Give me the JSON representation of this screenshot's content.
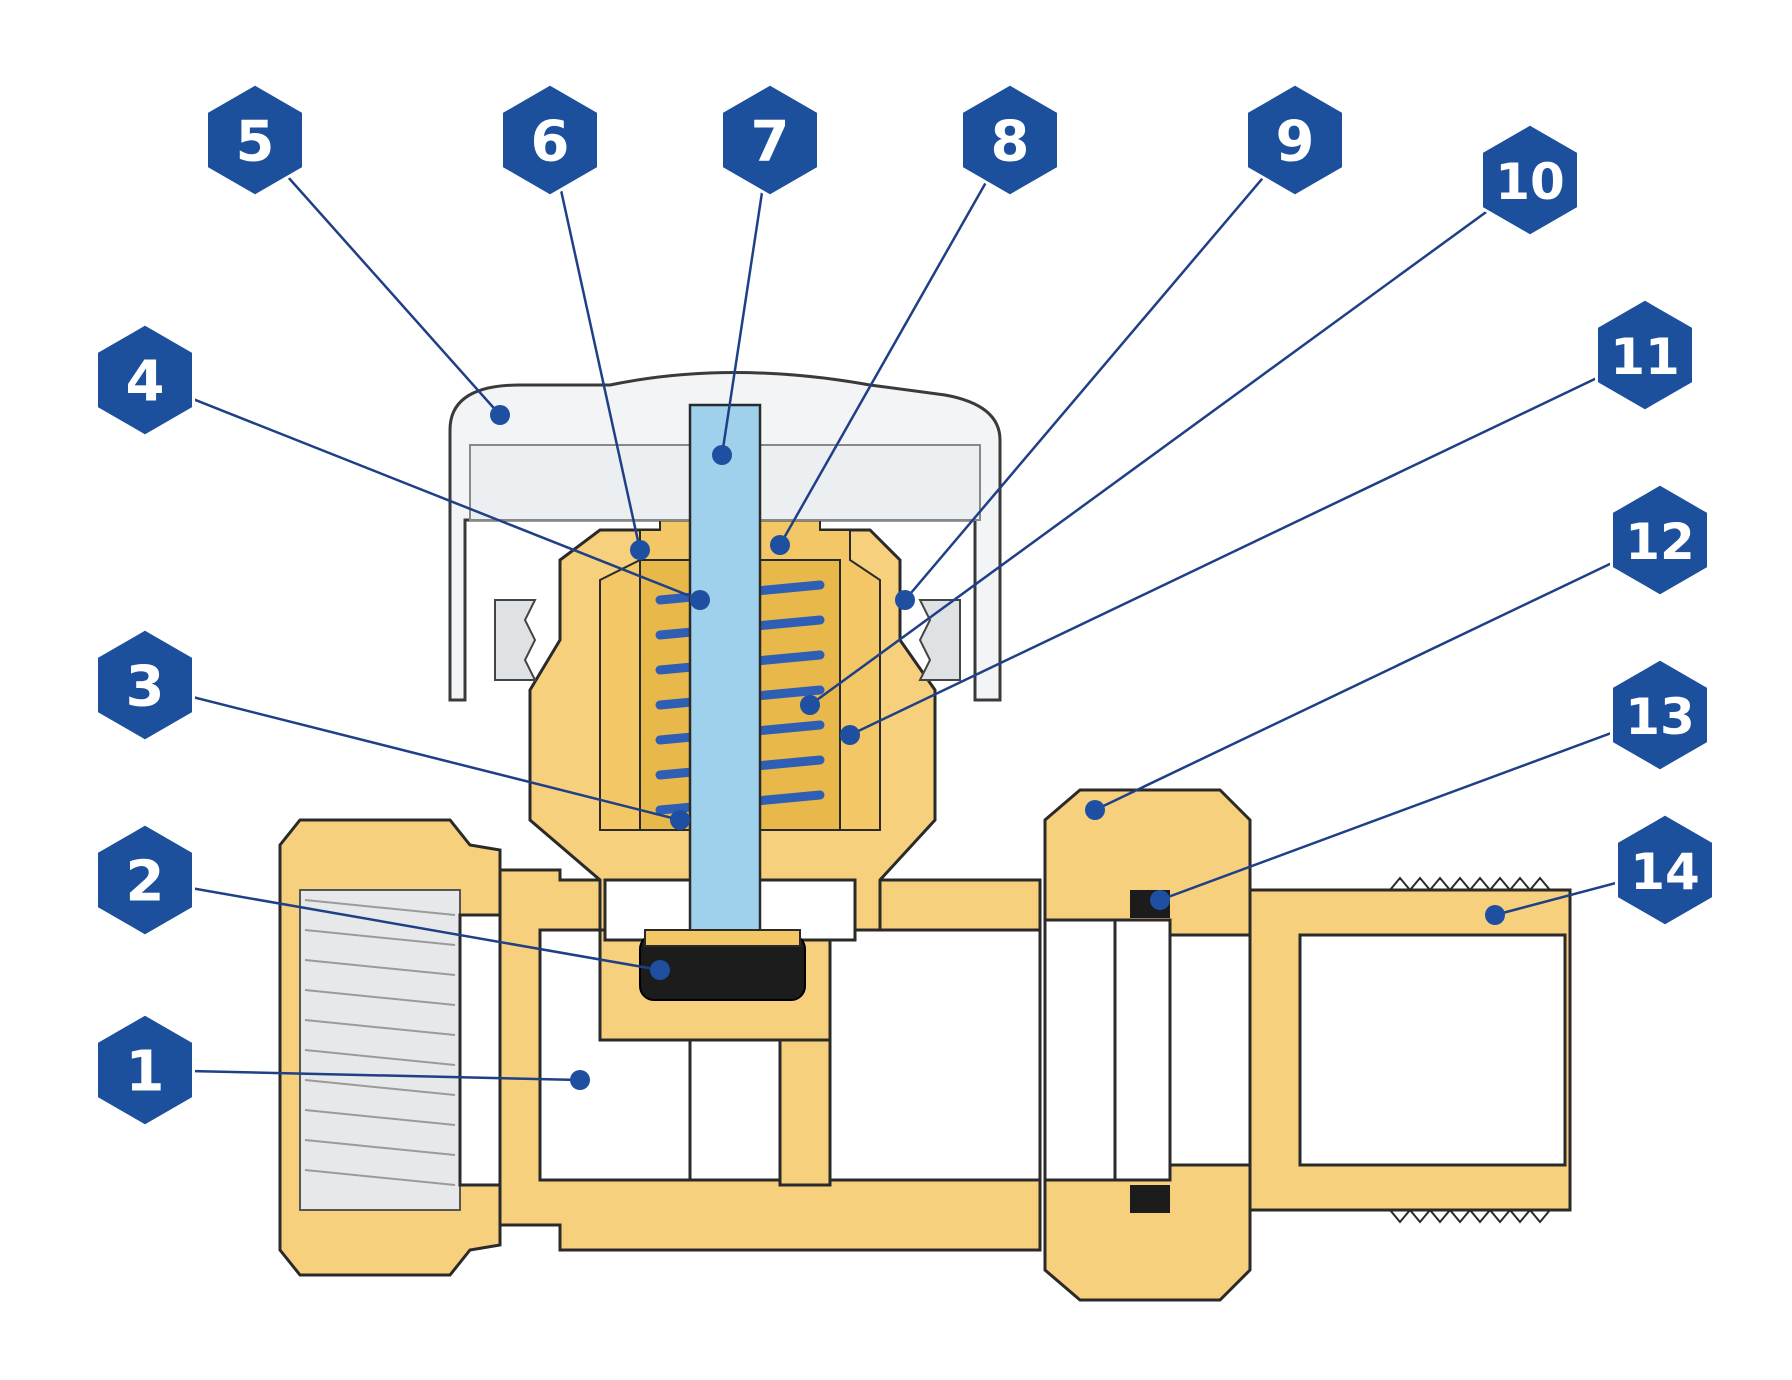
{
  "diagram": {
    "badge_color": "#1c4f9c",
    "badge_text_color": "#ffffff",
    "leader_color": "#1f3f86",
    "brass_color": "#f6d07c",
    "stem_color": "#9fd1ec",
    "callouts": [
      {
        "label": "1"
      },
      {
        "label": "2"
      },
      {
        "label": "3"
      },
      {
        "label": "4"
      },
      {
        "label": "5"
      },
      {
        "label": "6"
      },
      {
        "label": "7"
      },
      {
        "label": "8"
      },
      {
        "label": "9"
      },
      {
        "label": "10"
      },
      {
        "label": "11"
      },
      {
        "label": "12"
      },
      {
        "label": "13"
      },
      {
        "label": "14"
      }
    ]
  }
}
